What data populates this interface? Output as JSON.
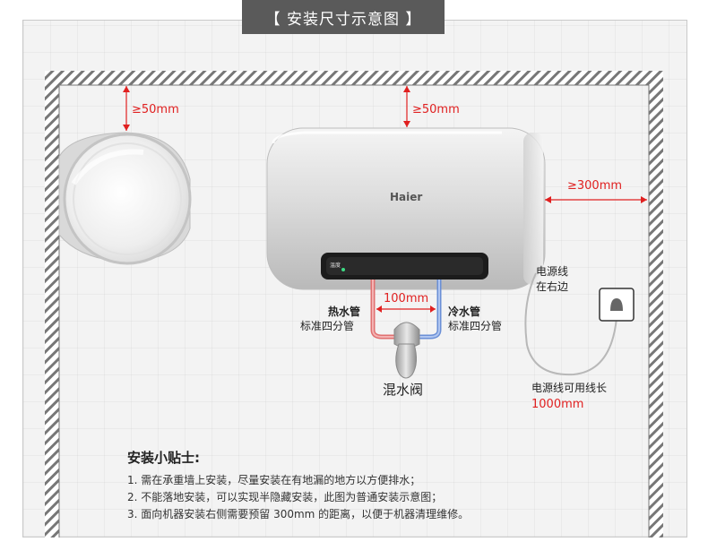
{
  "title": "【 安装尺寸示意图 】",
  "brand": "Haier",
  "panel_text": "温度",
  "dimensions": {
    "top_left": "≥50mm",
    "top_center": "≥50mm",
    "right": "≥300mm",
    "pipe_spacing": "100mm"
  },
  "hot_pipe": {
    "name": "热水管",
    "spec": "标准四分管"
  },
  "cold_pipe": {
    "name": "冷水管",
    "spec": "标准四分管"
  },
  "mixer_valve": "混水阀",
  "power": {
    "position_line1": "电源线",
    "position_line2": "在右边",
    "length_label": "电源线可用线长",
    "length_value": "1000mm"
  },
  "tips": {
    "title": "安装小贴士:",
    "items": [
      "1. 需在承重墙上安装，尽量安装在有地漏的地方以方便排水；",
      "2. 不能落地安装，可以实现半隐藏安装，此图为普通安装示意图；",
      "3. 面向机器安装右侧需要预留 300mm 的距离，以便于机器清理维修。"
    ]
  },
  "colors": {
    "dimension": "#e02020",
    "hot_pipe": "#e07070",
    "cold_pipe": "#6a8fd6",
    "wall": "#666666",
    "title_bar": "#5a5a5a"
  }
}
